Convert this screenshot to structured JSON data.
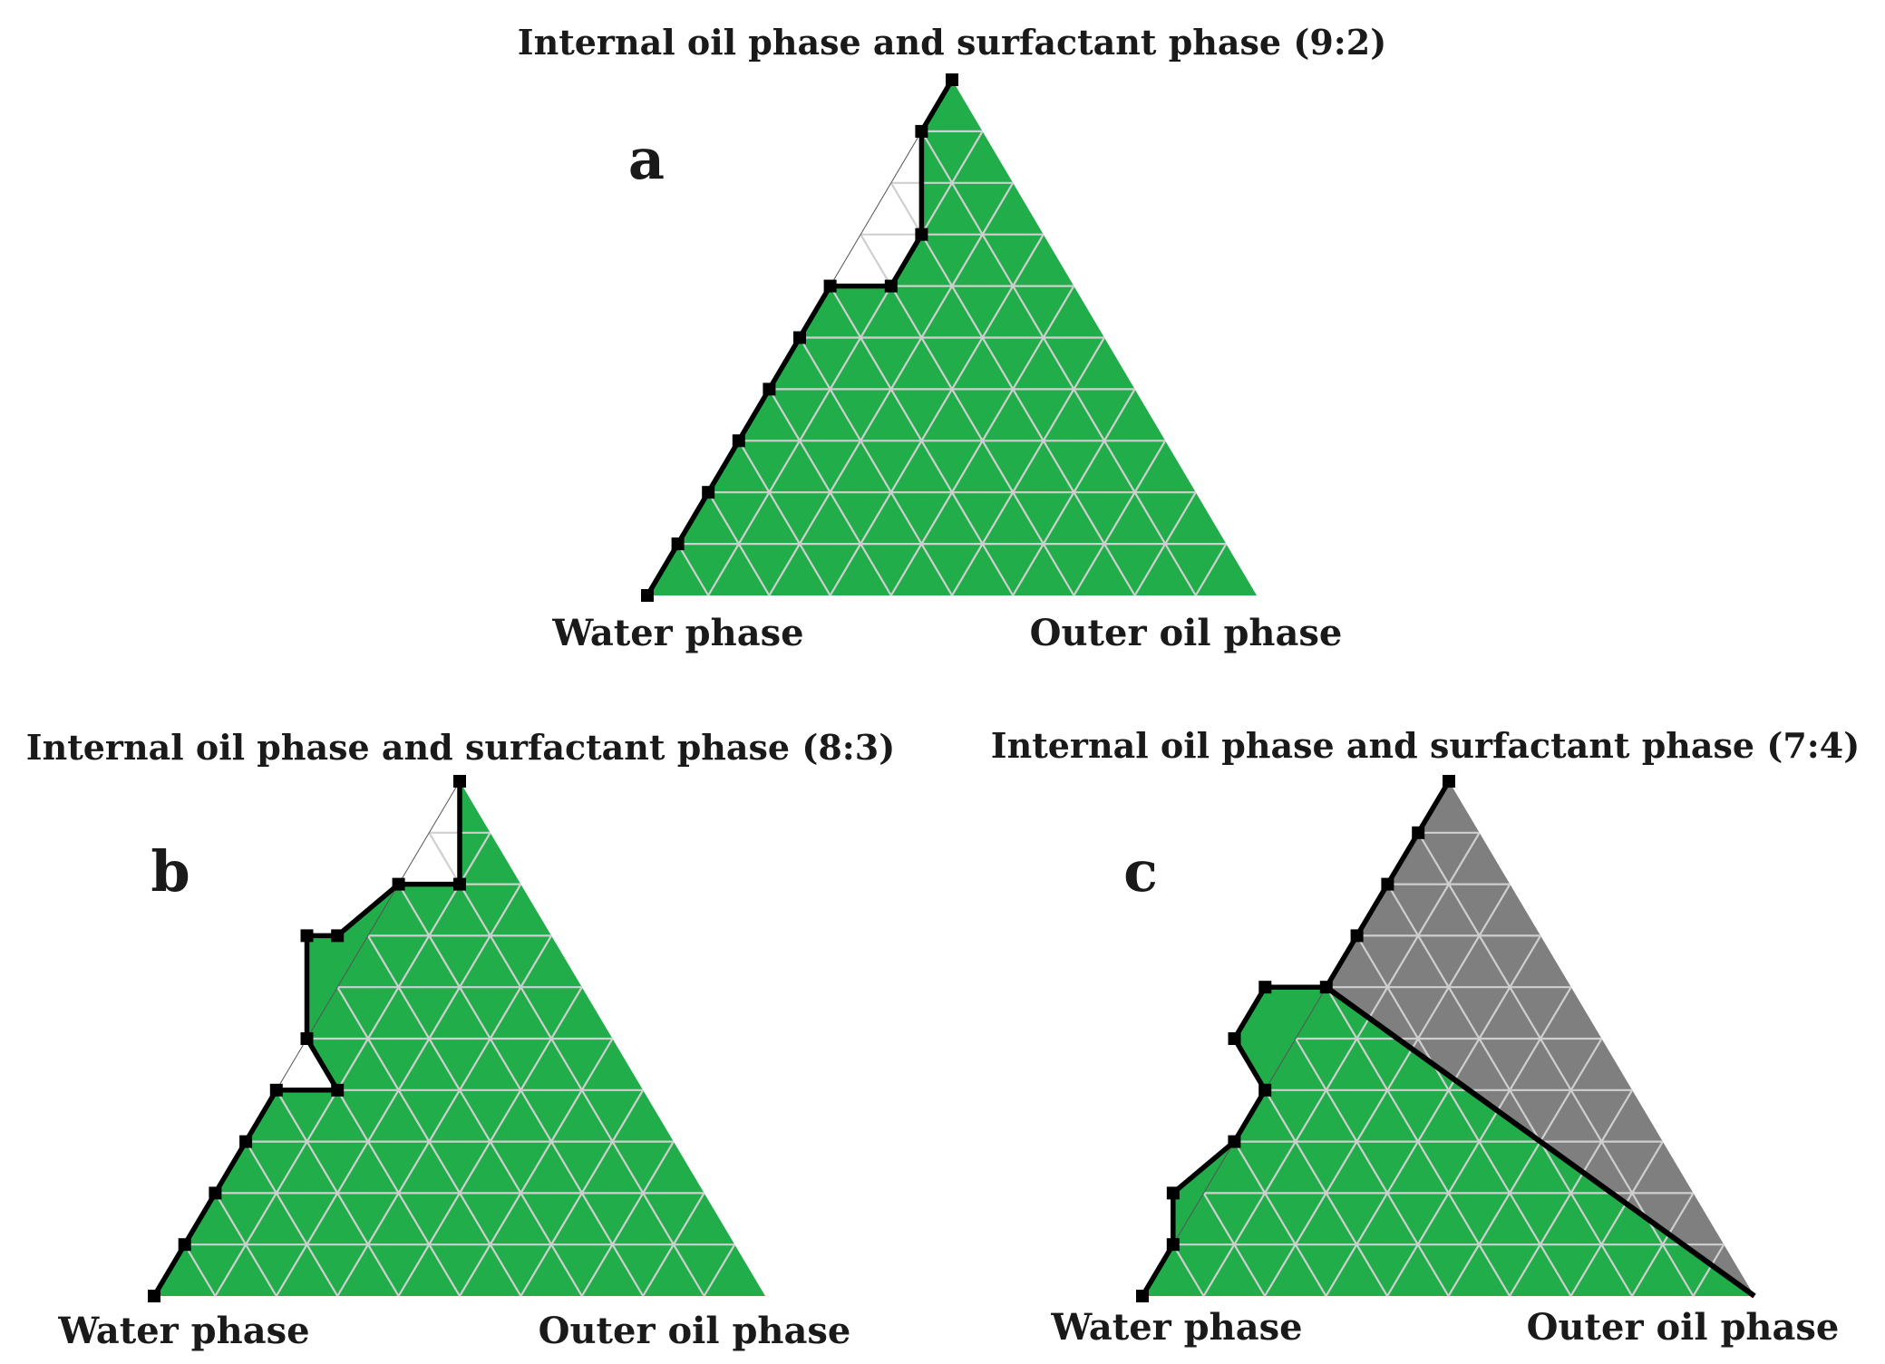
{
  "colors": {
    "green": "#22ad4b",
    "gray": "#7f7f7f",
    "grid": "#cfcfcf",
    "boundary": "#000000"
  },
  "panels": [
    {
      "id": "a",
      "letter": "a",
      "title": "Internal oil phase and surfactant phase (9:2)",
      "left_label": "Water phase",
      "right_label": "Outer oil phase",
      "green_region": [
        [
          0,
          0
        ],
        [
          0.1,
          0
        ],
        [
          0.2,
          0
        ],
        [
          0.3,
          0
        ],
        [
          0.4,
          0
        ],
        [
          0.5,
          0
        ],
        [
          0.6,
          0
        ],
        [
          0.7,
          0
        ],
        [
          0.8,
          0
        ],
        [
          0.9,
          0
        ],
        [
          1,
          0
        ],
        [
          0,
          1
        ],
        [
          0,
          0.9
        ],
        [
          0.1,
          0.7
        ],
        [
          0.1,
          0.6
        ],
        [
          0,
          0.6
        ],
        [
          0,
          0.5
        ],
        [
          0,
          0.4
        ],
        [
          0,
          0.3
        ],
        [
          0,
          0.2
        ],
        [
          0,
          0.1
        ]
      ],
      "boundary": [
        [
          0,
          0
        ],
        [
          0,
          0.1
        ],
        [
          0,
          0.2
        ],
        [
          0,
          0.3
        ],
        [
          0,
          0.4
        ],
        [
          0,
          0.5
        ],
        [
          0,
          0.6
        ],
        [
          0.1,
          0.6
        ],
        [
          0.1,
          0.7
        ],
        [
          0,
          0.9
        ],
        [
          0,
          1
        ]
      ],
      "extra_lines": []
    },
    {
      "id": "b",
      "letter": "b",
      "title": "Internal oil phase and surfactant phase (8:3)",
      "left_label": "Water phase",
      "right_label": "Outer oil phase",
      "green_region": [
        [
          0,
          0
        ],
        [
          1,
          0
        ],
        [
          0,
          1
        ],
        [
          0.1,
          0.8
        ],
        [
          0,
          0.8
        ],
        [
          -0.05,
          0.7
        ],
        [
          -0.1,
          0.7
        ],
        [
          0,
          0.5
        ],
        [
          0.1,
          0.4
        ],
        [
          0,
          0.4
        ],
        [
          0,
          0.3
        ],
        [
          0,
          0.2
        ],
        [
          0,
          0.1
        ]
      ],
      "boundary": [
        [
          0,
          0
        ],
        [
          0,
          0.1
        ],
        [
          0,
          0.2
        ],
        [
          0,
          0.3
        ],
        [
          0,
          0.4
        ],
        [
          0.1,
          0.4
        ],
        [
          0,
          0.5
        ],
        [
          -0.1,
          0.7
        ],
        [
          -0.05,
          0.7
        ],
        [
          0,
          0.8
        ],
        [
          0.1,
          0.8
        ],
        [
          0,
          1
        ]
      ],
      "extra_lines": []
    },
    {
      "id": "c",
      "letter": "c",
      "title": "Internal oil phase and surfactant phase (7:4)",
      "left_label": "Water phase",
      "right_label": "Outer oil phase",
      "green_region": [
        [
          0,
          0
        ],
        [
          1,
          0
        ],
        [
          0,
          0.6
        ],
        [
          -0.1,
          0.6
        ],
        [
          -0.1,
          0.5
        ],
        [
          0,
          0.4
        ],
        [
          0,
          0.3
        ],
        [
          -0.05,
          0.2
        ],
        [
          0,
          0.1
        ]
      ],
      "gray_region": [
        [
          0,
          0.6
        ],
        [
          1,
          0
        ],
        [
          0,
          1
        ],
        [
          0,
          0.9
        ],
        [
          0,
          0.8
        ],
        [
          0,
          0.7
        ]
      ],
      "boundary": [
        [
          0,
          0
        ],
        [
          0,
          0.1
        ],
        [
          -0.05,
          0.2
        ],
        [
          0,
          0.3
        ],
        [
          0,
          0.4
        ],
        [
          -0.1,
          0.5
        ],
        [
          -0.1,
          0.6
        ],
        [
          0,
          0.6
        ],
        [
          0,
          0.7
        ],
        [
          0,
          0.8
        ],
        [
          0,
          0.9
        ],
        [
          0,
          1
        ]
      ],
      "extra_lines": [
        [
          [
            0,
            0.6
          ],
          [
            1,
            0
          ]
        ]
      ]
    }
  ]
}
